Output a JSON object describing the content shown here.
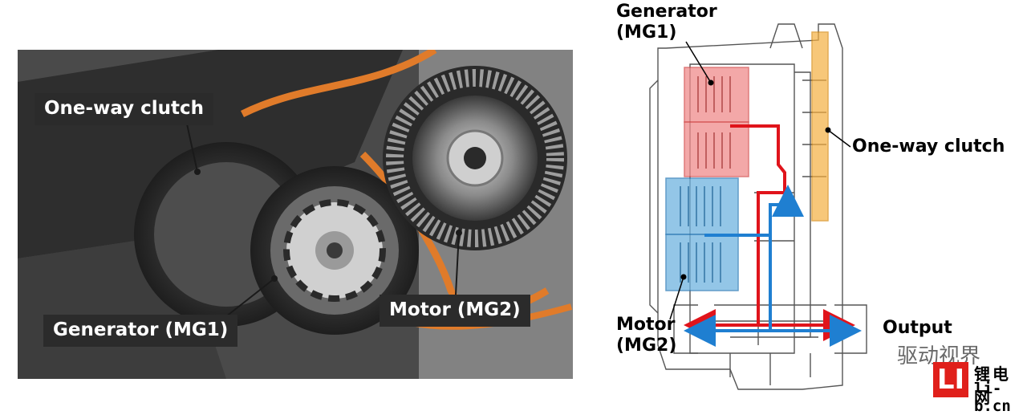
{
  "photo": {
    "labels": {
      "one_way_clutch": "One-way clutch",
      "generator": "Generator (MG1)",
      "motor": "Motor (MG2)"
    }
  },
  "diagram": {
    "labels": {
      "generator_line1": "Generator",
      "generator_line2": "(MG1)",
      "one_way_clutch": "One-way clutch",
      "motor_line1": "Motor",
      "motor_line2": "(MG2)",
      "output": "Output"
    },
    "colors": {
      "generator": "#f08c8c",
      "motor": "#6fb3e0",
      "clutch": "#f5b041",
      "power_flow_red": "#e0141b",
      "power_flow_blue": "#1f7fd1"
    }
  },
  "watermark": {
    "wechat": "驱动视界",
    "logo": "LI",
    "site_cn": "锂电网",
    "site_url": "li-b.cn"
  }
}
